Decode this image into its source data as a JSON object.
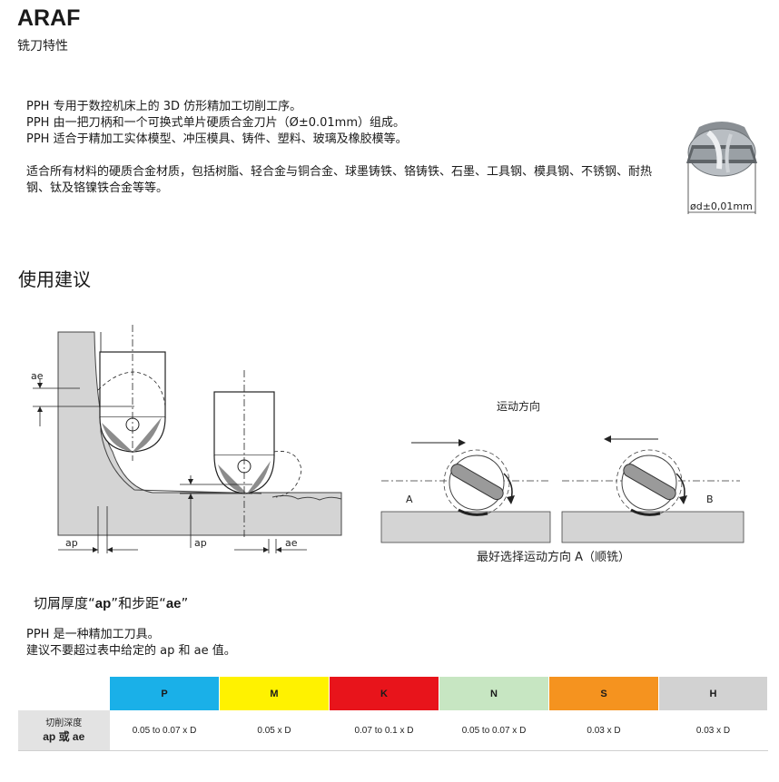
{
  "header": {
    "title": "ARAF",
    "subtitle": "铣刀特性"
  },
  "intro": {
    "line1": "PPH 专用于数控机床上的 3D 仿形精加工切削工序。",
    "line2": "PPH 由一把刀柄和一个可换式单片硬质合金刀片（Ø±0.01mm）组成。",
    "line3": "PPH 适合于精加工实体模型、冲压模具、铸件、塑料、玻璃及橡胶模等。",
    "line4": "适合所有材料的硬质合金材质，包括树脂、轻合金与铜合金、球墨铸铁、铬铸铁、石墨、工具钢、模具钢、不锈钢、耐热钢、钛及铬镍铁合金等等。"
  },
  "tool_figure": {
    "dimension_label": "ød±0,01mm"
  },
  "usage": {
    "section_title": "使用建议",
    "left_labels": {
      "ae_top": "ae",
      "ap_left": "ap",
      "ap_mid": "ap",
      "ae_right": "ae"
    },
    "direction_title": "运动方向",
    "point_a": "A",
    "point_b": "B",
    "recommendation": "最好选择运动方向 A（顺铣）"
  },
  "caption": {
    "prefix": "切屑厚度“",
    "ap": "ap",
    "middle": "”和步距“",
    "ae": "ae",
    "suffix": "”"
  },
  "note": {
    "line1": "PPH 是一种精加工刀具。",
    "line2_prefix": "建议不要超过表中给定的 ",
    "ap": "ap",
    "and": " 和 ",
    "ae": "ae",
    "line2_suffix": " 值。"
  },
  "table": {
    "row_label_line1": "切削深度",
    "row_label_line2": "ap 或 ae",
    "columns": [
      {
        "grade": "P",
        "color": "#1ab0e8",
        "value": "0.05 to 0.07 x D"
      },
      {
        "grade": "M",
        "color": "#fff200",
        "value": "0.05 x D"
      },
      {
        "grade": "K",
        "color": "#e8141b",
        "value": "0.07 to 0.1 x D"
      },
      {
        "grade": "N",
        "color": "#c7e6c2",
        "value": "0.05 to 0.07 x D"
      },
      {
        "grade": "S",
        "color": "#f5931f",
        "value": "0.03 x D"
      },
      {
        "grade": "H",
        "color": "#d2d2d2",
        "value": "0.03 x D"
      }
    ]
  }
}
